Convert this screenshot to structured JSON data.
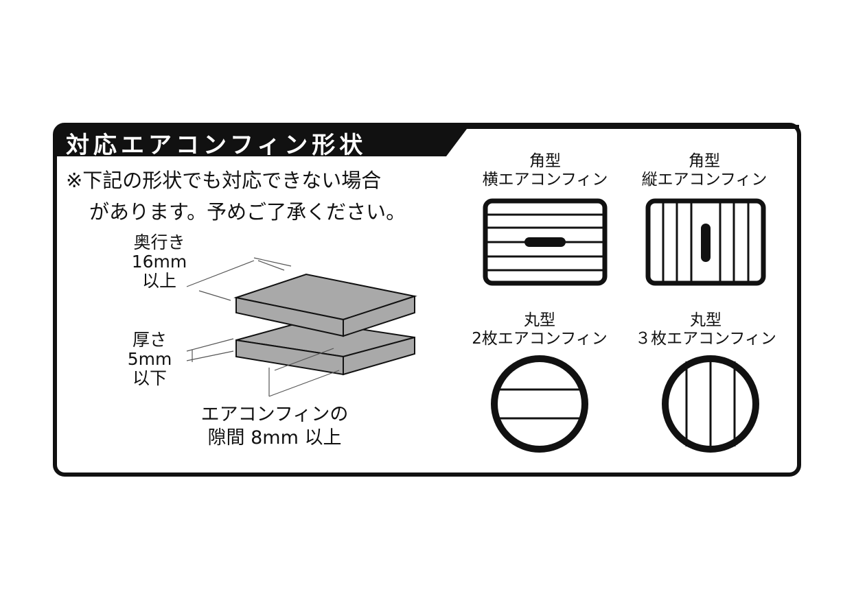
{
  "header": {
    "title": "対応エアコンフィン形状"
  },
  "note": {
    "line1": "※下記の形状でも対応できない場合",
    "line2": "があります。予めご了承ください。"
  },
  "dimensions": {
    "depth": {
      "line1": "奥行き",
      "line2": "16mm",
      "line3": "以上"
    },
    "thickness": {
      "line1": "厚さ",
      "line2": "5mm",
      "line3": "以下"
    },
    "gap": {
      "line1": "エアコンフィンの",
      "line2": "隙間 8mm 以上"
    }
  },
  "fin_types": [
    {
      "line1": "角型",
      "line2": "横エアコンフィン",
      "icon": "square-horizontal-fin-icon"
    },
    {
      "line1": "角型",
      "line2": "縦エアコンフィン",
      "icon": "square-vertical-fin-icon"
    },
    {
      "line1": "丸型",
      "line2": "2枚エアコンフィン",
      "icon": "round-two-fin-icon"
    },
    {
      "line1": "丸型",
      "line2": "３枚エアコンフィン",
      "icon": "round-three-fin-icon"
    }
  ],
  "colors": {
    "ink": "#111111",
    "plate_fill": "#a9a9a9",
    "background": "#ffffff"
  }
}
